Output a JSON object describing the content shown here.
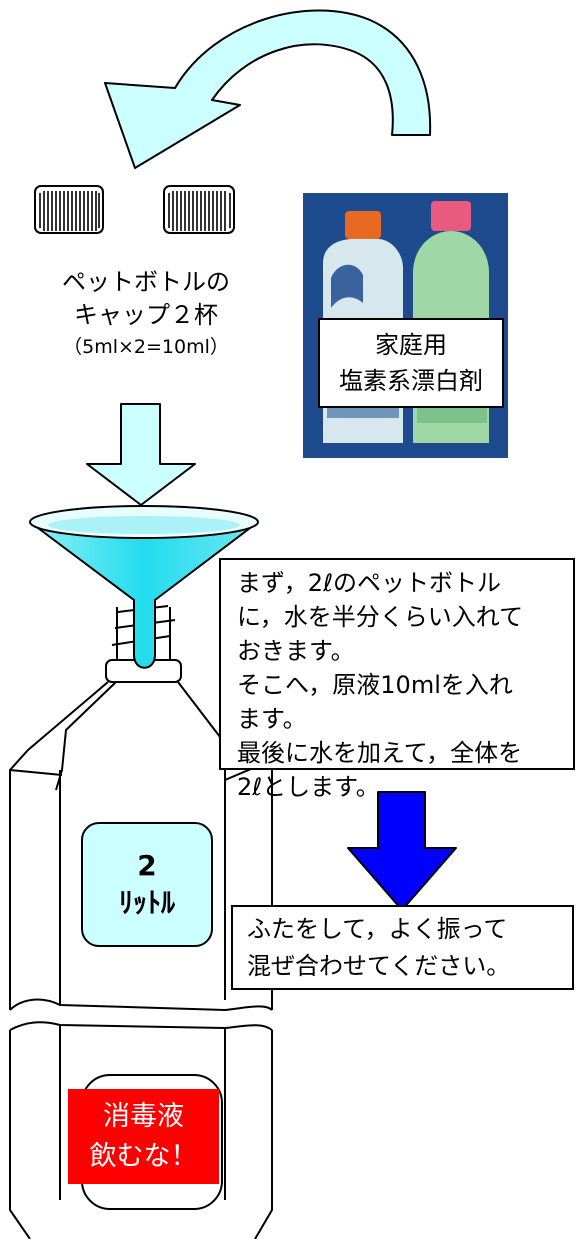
{
  "caps": {
    "label_line1": "ペットボトルの",
    "label_line2": "キャップ２杯",
    "formula": "（5ml×2=10ml）"
  },
  "bleach_photo": {
    "label_line1": "家庭用",
    "label_line2": "塩素系漂白剤"
  },
  "instruction": {
    "lines": [
      "まず，2ℓのペットボトル",
      "に，水を半分くらい入れて",
      "おきます。",
      "そこへ，原液10mlを入れ",
      "ます。",
      "最後に水を加えて，全体を",
      "2ℓとします。"
    ]
  },
  "bottle_label": {
    "volume": "2",
    "unit": "ﾘｯﾄﾙ"
  },
  "shake": {
    "line1": "ふたをして，よく振って",
    "line2": "混ぜ合わせてください。"
  },
  "warning": {
    "line1": "消毒液",
    "line2": "飲むな！"
  },
  "colors": {
    "curved_arrow": "#ccffff",
    "down_arrow_light": "#ccffff",
    "funnel": "#33ddee",
    "down_arrow_blue": "#0000ff",
    "warning_bg": "#ff0000",
    "photo_bg": "#1e4a8e"
  }
}
